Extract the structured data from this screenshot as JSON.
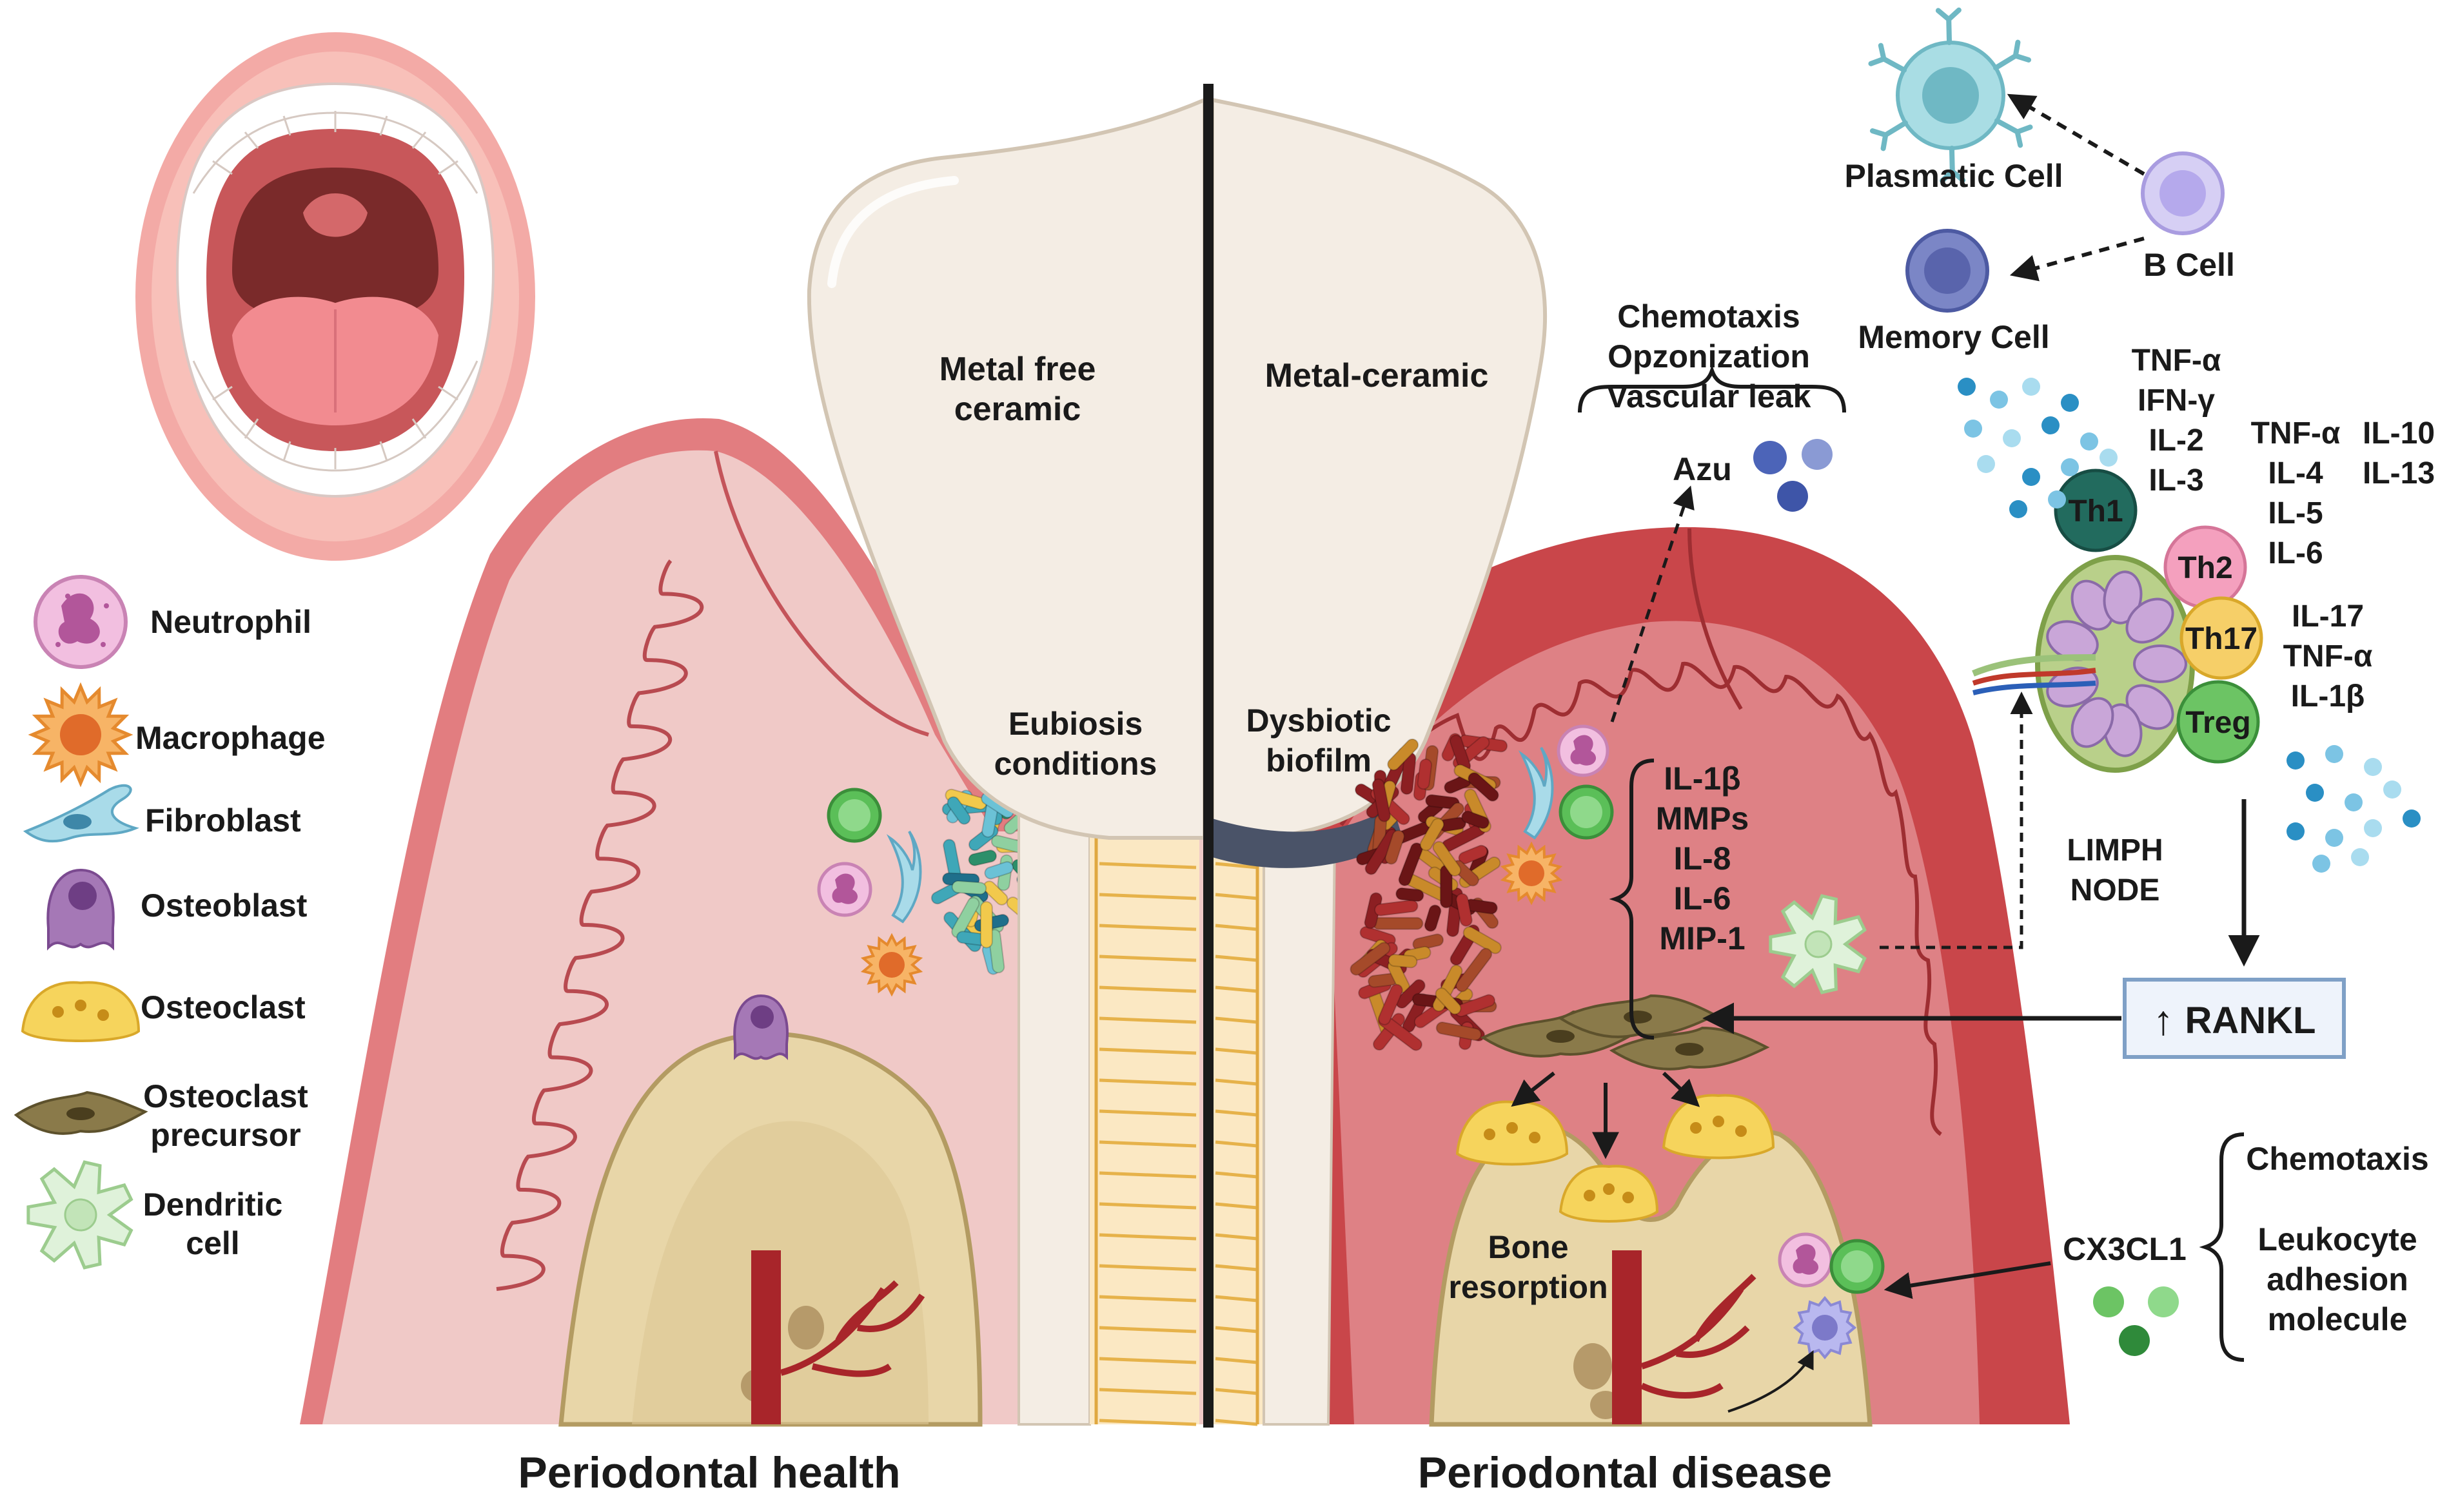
{
  "legend": [
    {
      "label": "Neutrophil"
    },
    {
      "label": "Macrophage"
    },
    {
      "label": "Fibroblast"
    },
    {
      "label": "Osteoblast"
    },
    {
      "label": "Osteoclast"
    },
    {
      "label": "Osteoclast precursor",
      "lines": [
        "Osteoclast",
        "precursor"
      ]
    },
    {
      "label": "Dendritic cell",
      "lines": [
        "Dendritic",
        "cell"
      ]
    }
  ],
  "teeth": {
    "left_crown": [
      "Metal free",
      "ceramic"
    ],
    "right_crown": "Metal-ceramic",
    "left_gum": [
      "Eubiosis",
      "conditions"
    ],
    "right_gum": [
      "Dysbiotic",
      "biofilm"
    ]
  },
  "disease": {
    "effects": [
      "Chemotaxis",
      "Opzonization",
      "Vascular leak"
    ],
    "azu": "Azu",
    "cytokines": [
      "IL-1β",
      "MMPs",
      "IL-8",
      "IL-6",
      "MIP-1"
    ],
    "bone_resorption": [
      "Bone",
      "resorption"
    ],
    "cx3cl1": "CX3CL1",
    "cx3cl1_effects": [
      "Chemotaxis",
      "Leukocyte",
      "adhesion",
      "molecule"
    ]
  },
  "immune": {
    "plasmatic_cell": "Plasmatic Cell",
    "b_cell": "B Cell",
    "memory_cell": "Memory Cell",
    "th1": "Th1",
    "th2": "Th2",
    "th17": "Th17",
    "treg": "Treg",
    "th1_cytokines": [
      "TNF-α",
      "IFN-γ",
      "IL-2",
      "IL-3"
    ],
    "th2_cytokines_a": [
      "TNF-α",
      "IL-4",
      "IL-5",
      "IL-6"
    ],
    "th2_cytokines_b": [
      "IL-10",
      "IL-13"
    ],
    "th17_cytokines": [
      "IL-17",
      "TNF-α",
      "IL-1β"
    ],
    "lymph_node": [
      "LIMPH",
      "NODE"
    ],
    "rankl": "RANKL",
    "rankl_arrow": "↑"
  },
  "titles": {
    "left": "Periodontal health",
    "right": "Periodontal disease"
  },
  "colors": {
    "gum_healthy": "#e69a9a",
    "gum_disease": "#c9464a",
    "bone": "#e8d6a8",
    "crown": "#f4ede4",
    "neutrophil": "#e8a6cf",
    "macrophage": "#f2a14a",
    "lymphocyte": "#5bbf58"
  }
}
